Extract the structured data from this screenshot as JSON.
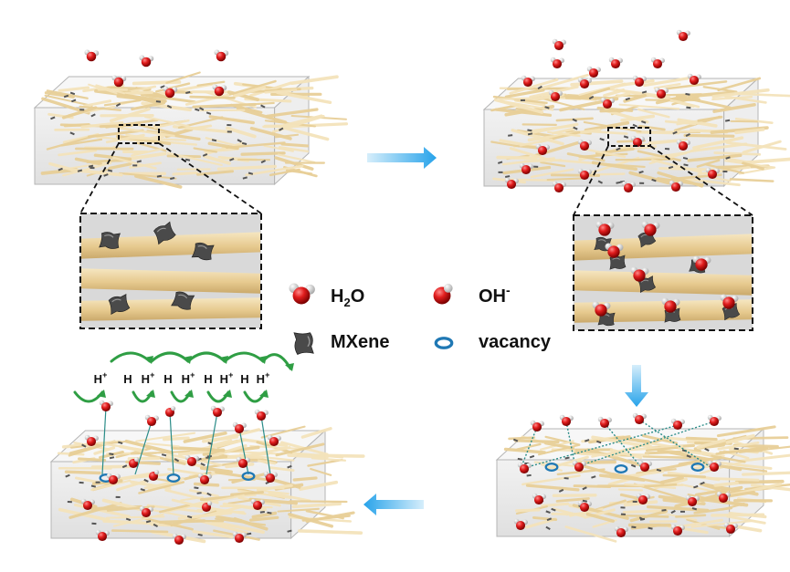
{
  "legend": {
    "water": {
      "main": "H",
      "sub": "2",
      "tail": "O"
    },
    "hydroxide": {
      "main": "OH",
      "sup": "-"
    },
    "mxene": {
      "label": "MXene"
    },
    "vacancy": {
      "label": "vacancy"
    }
  },
  "proton_row": {
    "labels": [
      "H+",
      "H",
      "H+",
      "H",
      "H+",
      "H",
      "H+",
      "H",
      "H+"
    ]
  },
  "colors": {
    "fiber": "#eed9a8",
    "fiber_dark": "#c8ad74",
    "oxygen": "#d81e1e",
    "hydrogen": "#e6e6e6",
    "mxene": "#3c3c3c",
    "vacancy": "#1f78b4",
    "arrow": "#3aa9e8",
    "hop_arrow": "#2f9e44",
    "hbond": "#2a8c88",
    "box_edge": "#b5b5b5"
  },
  "icons": [
    "water-molecule-icon",
    "hydroxide-ion-icon",
    "mxene-flake-icon",
    "vacancy-icon",
    "flow-arrow-icon",
    "hop-arrow-icon"
  ]
}
